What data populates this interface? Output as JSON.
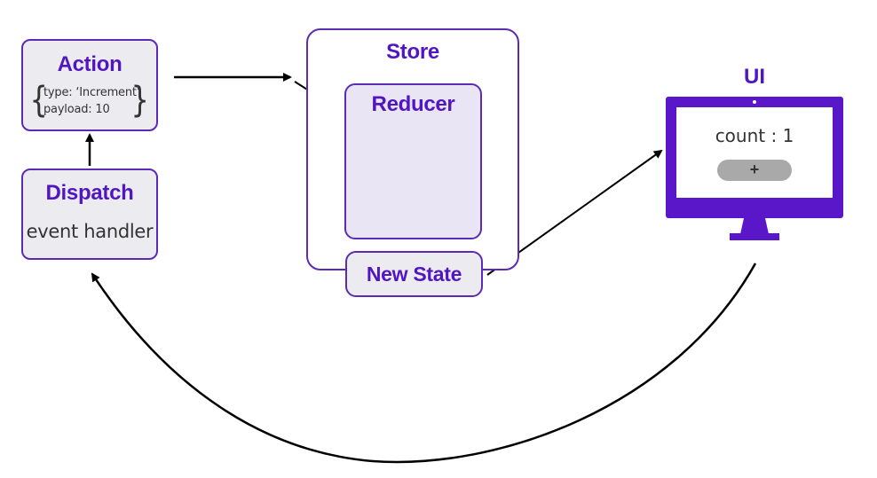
{
  "action": {
    "title": "Action",
    "type_line": "type: ‘Increment’",
    "payload_line": "payload: 10"
  },
  "dispatch": {
    "title": "Dispatch",
    "subtitle": "event handler"
  },
  "store": {
    "title": "Store",
    "reducer_title": "Reducer",
    "new_state_title": "New State"
  },
  "ui": {
    "title": "UI",
    "count_text": "count : 1",
    "plus_label": "+"
  },
  "colors": {
    "accent": "#5b2bb5",
    "title_text": "#5016c2",
    "box_fill": "#ecebef",
    "reducer_fill": "#e9e5f5",
    "monitor": "#5a17c9",
    "button": "#a9a9a9"
  }
}
